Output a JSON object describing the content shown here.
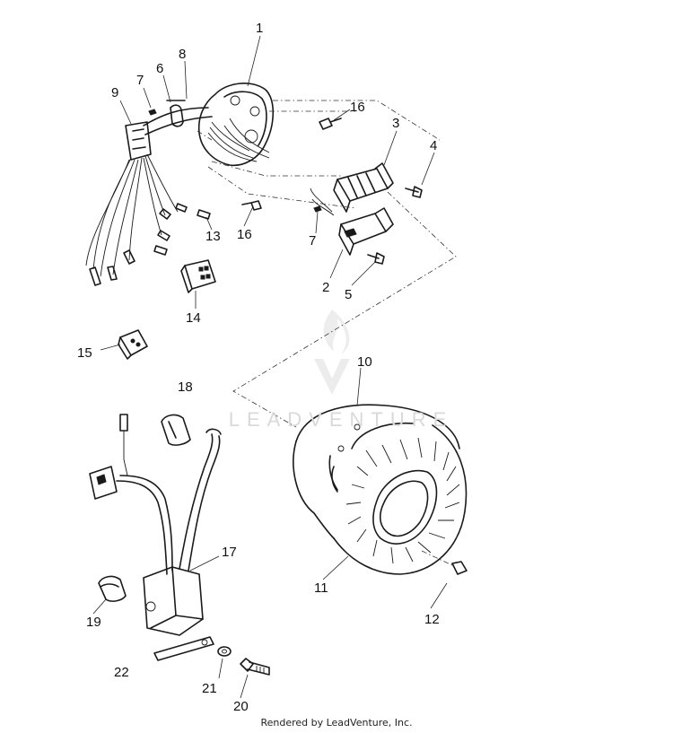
{
  "callouts": {
    "c1": "1",
    "c2": "2",
    "c3": "3",
    "c4": "4",
    "c5": "5",
    "c6": "6",
    "c7a": "7",
    "c7b": "7",
    "c8": "8",
    "c9": "9",
    "c10": "10",
    "c11": "11",
    "c12": "12",
    "c13": "13",
    "c14": "14",
    "c15": "15",
    "c16a": "16",
    "c16b": "16",
    "c17": "17",
    "c18": "18",
    "c19": "19",
    "c20": "20",
    "c21": "21",
    "c22": "22"
  },
  "watermark": "LEADVENTURE",
  "footer": "Rendered by LeadVenture, Inc."
}
